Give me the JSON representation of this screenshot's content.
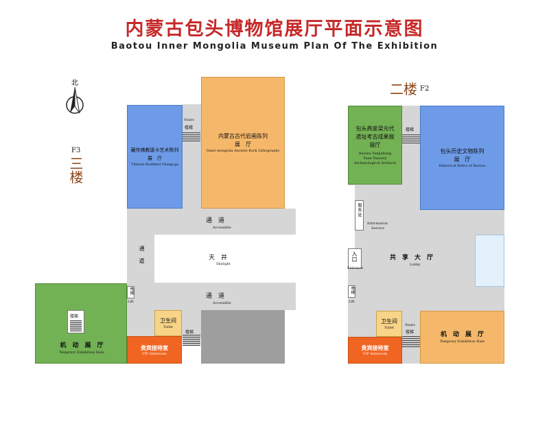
{
  "header": {
    "title_cn": "内蒙古包头博物馆展厅平面示意图",
    "title_en": "Baotou Inner Mongolia Museum Plan Of The Exhibition"
  },
  "compass": {
    "label": "北"
  },
  "floor3": {
    "code": "F3",
    "name_cn": "三楼",
    "rooms": {
      "tibetan": {
        "cn": "藏传佛教唐卡艺术陈列",
        "cn2": "展　厅",
        "en": "Tibetan Buddhist Thang-ga"
      },
      "rock": {
        "cn": "内蒙古古代岩画陈列",
        "cn2": "展　厅",
        "en": "Inner mongolia Ancient Rock Lithographs"
      },
      "temp": {
        "cn": "机　动　展　厅",
        "en": "Temprary Exhibition Hale"
      },
      "vip": {
        "cn": "贵宾接待室",
        "en": "VIP Anteroom"
      },
      "toilet": {
        "cn": "卫生间",
        "en": "Toilet"
      }
    },
    "stairs_top_en": "Stairs",
    "stairs_top_cn": "楼梯",
    "stairs_inner": "楼梯",
    "stairs_bottom": "楼梯",
    "lift_cn": "电梯",
    "lift_en": "Lift",
    "corridor_top_cn": "通　道",
    "corridor_top_en": "Accessible",
    "corridor_left_cn": "通道",
    "skylight_cn": "天　井",
    "skylight_en": "Skylight",
    "corridor_bottom_cn": "通　道",
    "corridor_bottom_en": "Accessible"
  },
  "floor2": {
    "code": "F2",
    "name_cn": "二楼",
    "rooms": {
      "yanjia": {
        "cn1": "包头燕家梁元代",
        "cn2": "遗址考古成果展",
        "cn3": "展厅",
        "en1": "Baotou Yanjialiang",
        "en2": "Yuan Dynasty",
        "en3": "Archaeological Artifacts"
      },
      "history": {
        "cn": "包头历史文物陈列",
        "cn2": "展　厅",
        "en": "Historical Relics of Baotou"
      },
      "temp": {
        "cn": "机　动　展　厅",
        "en": "Temprary Exhibition Hale"
      },
      "vip": {
        "cn": "贵宾接待室",
        "en": "VIP Anteroom"
      },
      "toilet": {
        "cn": "卫生间",
        "en": "Toilet"
      }
    },
    "stairs_top": "楼梯",
    "service_cn": "服务处",
    "service_en1": "Information",
    "service_en2": "Service",
    "entrance_cn": "入口",
    "entrance_en": "Entrance",
    "lobby_cn": "共　享　大　厅",
    "lobby_en": "Lobby",
    "lift_cn": "电梯",
    "lift_en": "Lift",
    "stairs_bottom_en": "Stairs",
    "stairs_bottom_cn": "楼梯"
  },
  "colors": {
    "title": "#c62828",
    "blue_hall": "#6d9be8",
    "orange_hall": "#f5b86b",
    "green_hall": "#73b155",
    "vip": "#f06522",
    "toilet": "#f7d487",
    "corridor": "#d6d6d6"
  }
}
